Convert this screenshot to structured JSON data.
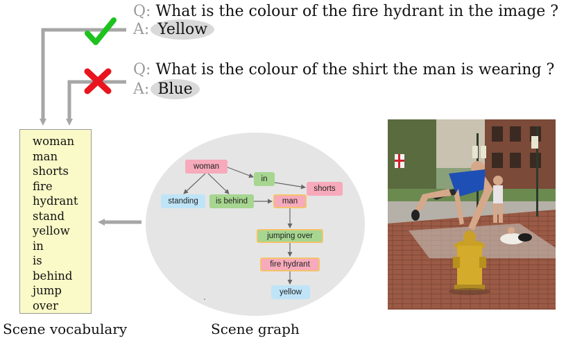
{
  "qa": [
    {
      "q_prefix": "Q:",
      "question": "What is the colour of the fire hydrant in the image ?",
      "a_prefix": "A:",
      "answer": "Yellow",
      "verdict": "correct"
    },
    {
      "q_prefix": "Q:",
      "question": "What is the colour of the shirt the man is wearing ?",
      "a_prefix": "A:",
      "answer": "Blue",
      "verdict": "incorrect"
    }
  ],
  "vocabulary": {
    "caption": "Scene vocabulary",
    "words": [
      "woman",
      "man",
      "shorts",
      "fire",
      "hydrant",
      "stand",
      "yellow",
      "in",
      "is",
      "behind",
      "jump",
      "over"
    ]
  },
  "scene_graph": {
    "caption": "Scene graph",
    "nodes": {
      "woman": "woman",
      "in": "in",
      "shorts": "shorts",
      "standing": "standing",
      "is_behind": "is behind",
      "man": "man",
      "jumping_over": "jumping over",
      "fire_hydrant": "fire hydrant",
      "yellow": "yellow"
    },
    "node_types": {
      "object": "#f7aabb",
      "attribute": "#bfe4f7",
      "relation": "#a6d690",
      "highlight": "#f3c46a"
    }
  },
  "colors": {
    "check": "#1ec21e",
    "cross": "#e8141e",
    "arrow": "#a6a6a6",
    "vocab_bg": "#fafac8",
    "graph_bg": "#e5e5e5"
  },
  "icons": {
    "correct": "checkmark-icon",
    "incorrect": "cross-icon"
  }
}
